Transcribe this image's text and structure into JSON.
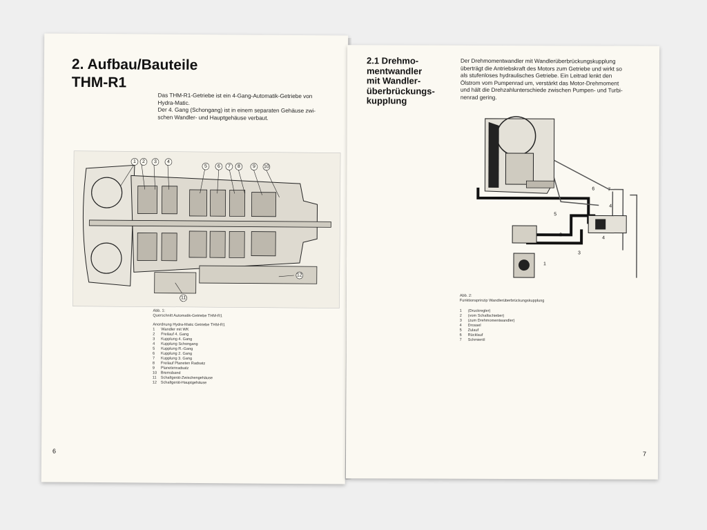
{
  "left_page": {
    "heading": "2. Aufbau/Bauteile",
    "subheading": "THM-R1",
    "intro": "Das THM-R1-Getriebe ist ein 4-Gang-Automatik-Getriebe von\nHydra-Matic.\nDer 4. Gang (Schongang) ist in einem separaten Gehäuse zwi-\nschen Wandler- und Hauptgehäuse verbaut.",
    "callouts": [
      "1",
      "2",
      "3",
      "4",
      "5",
      "6",
      "7",
      "8",
      "9",
      "10",
      "11",
      "12"
    ],
    "fig_caption_1": "Abb. 1:",
    "fig_caption_2": "Querschnitt Automatik-Getriebe THM-R1",
    "legend_title": "Anordnung Hydra-Matic Getriebe THM-R1",
    "legend": [
      {
        "n": "1",
        "t": "Wandler mit WK"
      },
      {
        "n": "2",
        "t": "Freilauf 4. Gang"
      },
      {
        "n": "3",
        "t": "Kupplung 4. Gang"
      },
      {
        "n": "4",
        "t": "Kupplung Schongang"
      },
      {
        "n": "5",
        "t": "Kupplung R.-Gang"
      },
      {
        "n": "6",
        "t": "Kupplung 2. Gang"
      },
      {
        "n": "7",
        "t": "Kupplung 3. Gang"
      },
      {
        "n": "8",
        "t": "Freilauf Planeten Radsatz"
      },
      {
        "n": "9",
        "t": "Planetenradsatz"
      },
      {
        "n": "10",
        "t": "Bremsband"
      },
      {
        "n": "11",
        "t": "Schaltgerät-Zwischengehäuse"
      },
      {
        "n": "12",
        "t": "Schaltgerät-Hauptgehäuse"
      }
    ],
    "page_number": "6"
  },
  "right_page": {
    "heading": "2.1 Drehmo-\nmentwandler\nmit Wandler-\nüberbrückungs-\nkupplung",
    "intro": "Der Drehmomentwandler mit Wandlerüberbrückungskupplung\nüberträgt die Antriebskraft des Motors zum Getriebe und wirkt so\nals stufenloses hydraulisches Getriebe. Ein Leitrad lenkt den\nÖlstrom vom Pumpenrad um, verstärkt das Motor-Drehmoment\nund hält die Drehzahlunterschiede zwischen Pumpen- und Turbi-\nnenrad gering.",
    "callouts": [
      "1",
      "2",
      "3",
      "4",
      "5",
      "6",
      "7",
      "4"
    ],
    "fig_caption_1": "Abb. 2:",
    "fig_caption_2": "Funktionsprinzip Wandlerüberbrückungskupplung",
    "legend": [
      {
        "n": "1",
        "t": "(Druckregler)"
      },
      {
        "n": "2",
        "t": "(vom Schaltschieber)"
      },
      {
        "n": "3",
        "t": "(zum Drehmomentwandler)"
      },
      {
        "n": "4",
        "t": "Drossel"
      },
      {
        "n": "5",
        "t": "Zulauf"
      },
      {
        "n": "6",
        "t": "Rücklauf"
      },
      {
        "n": "7",
        "t": "Schmieröl"
      }
    ],
    "page_number": "7"
  },
  "colors": {
    "paper": "#fbf9f2",
    "ink": "#111111",
    "background": "#efefef"
  }
}
